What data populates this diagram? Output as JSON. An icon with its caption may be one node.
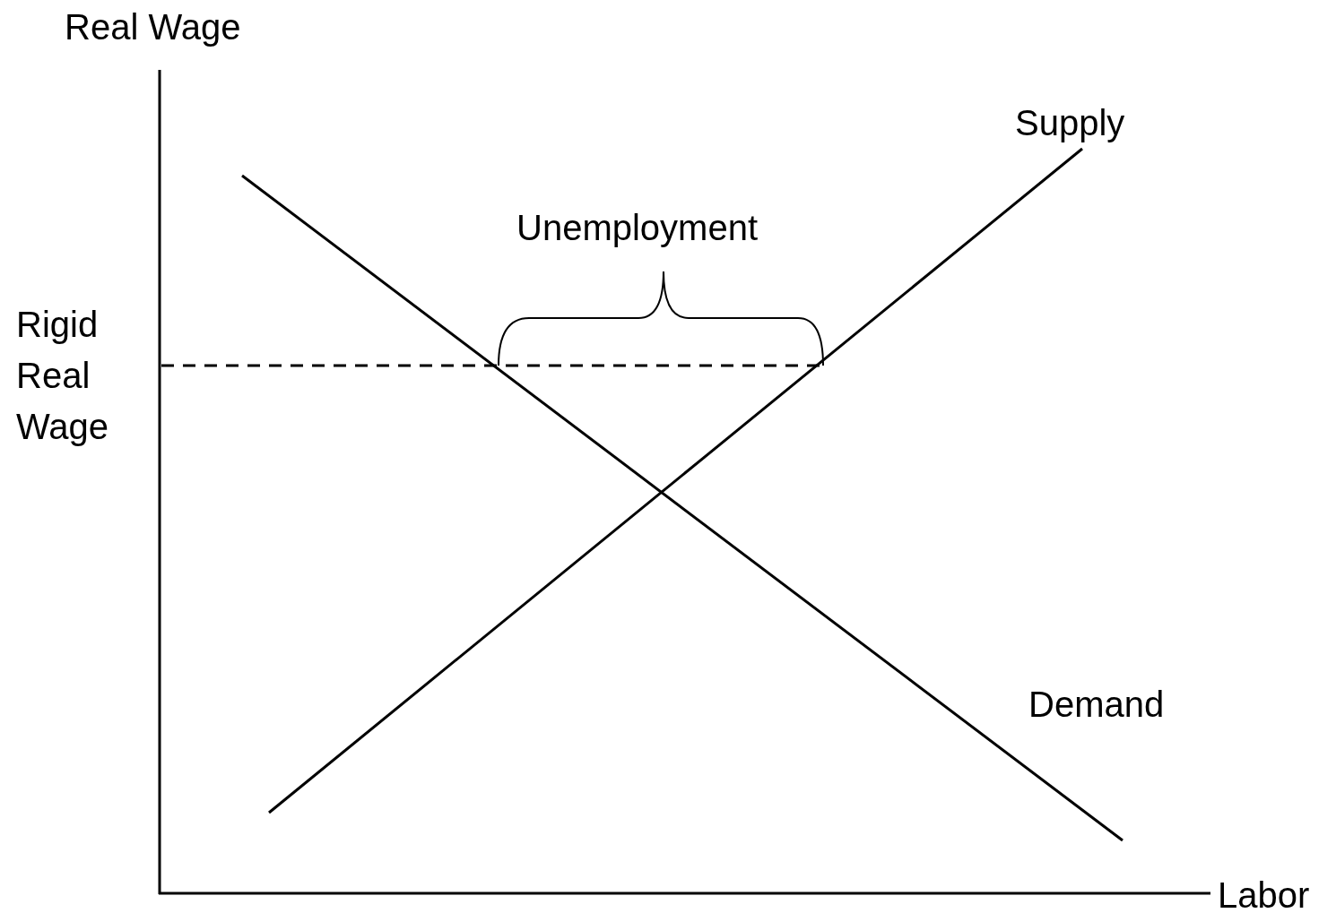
{
  "diagram": {
    "labels": [
      "Real Wage",
      "Supply",
      "Unemployment",
      "Rigid Real Wage",
      "Demand",
      "Labor"
    ]
  }
}
